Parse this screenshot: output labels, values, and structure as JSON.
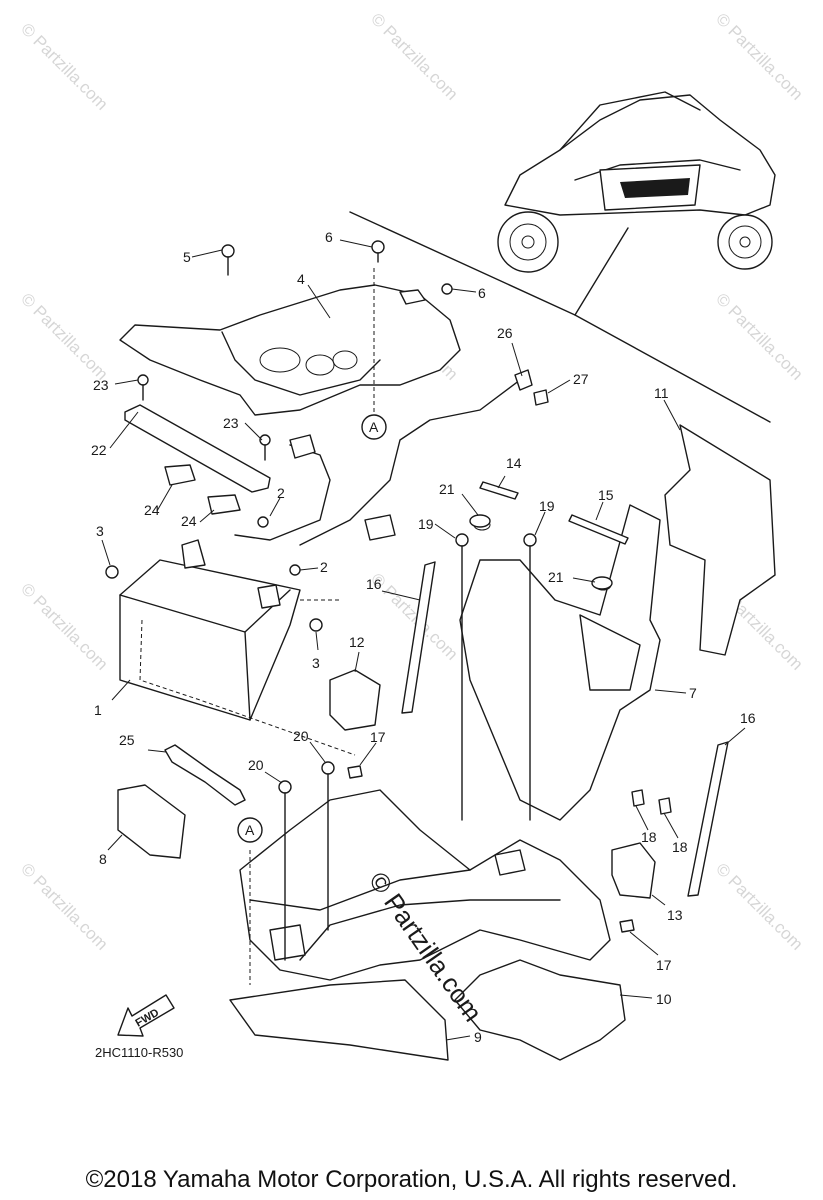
{
  "watermark": "© Partzilla.com",
  "center_watermark": "© Partzilla.com",
  "diagram_code": "2HC1110-R530",
  "copyright": "©2018  Yamaha Motor Corporation, U.S.A. All rights reserved.",
  "fwd_label": "FWD",
  "ref_marker": "A",
  "callouts": [
    "1",
    "2",
    "2",
    "3",
    "3",
    "4",
    "5",
    "6",
    "6",
    "7",
    "8",
    "9",
    "10",
    "11",
    "12",
    "13",
    "14",
    "15",
    "16",
    "16",
    "17",
    "17",
    "18",
    "18",
    "19",
    "19",
    "20",
    "20",
    "21",
    "21",
    "22",
    "23",
    "23",
    "24",
    "24",
    "25",
    "26",
    "27"
  ]
}
